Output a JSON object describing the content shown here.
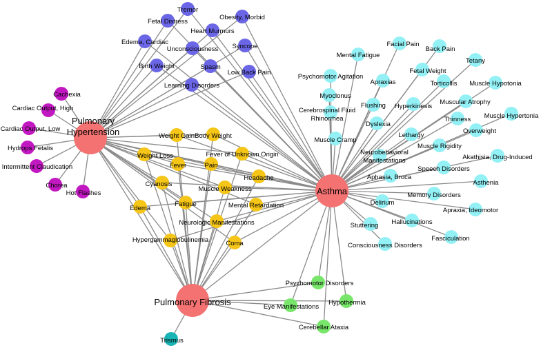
{
  "graph": {
    "colors": {
      "hub": "#f47272",
      "blue": "#6b66e6",
      "purple": "#c218c2",
      "yellow": "#f5c518",
      "cyan": "#93f0f5",
      "green": "#78e66a",
      "teal": "#19b5b5",
      "edge": "#8a8a8a"
    },
    "hubs": [
      {
        "id": "PH",
        "label": [
          "Pulmonary",
          "Hypertension"
        ]
      },
      {
        "id": "AS",
        "label": [
          "Asthma"
        ]
      },
      {
        "id": "PF",
        "label": [
          "Pulmonary Fibrosis"
        ]
      }
    ],
    "nodes": [
      {
        "label": "Tremor",
        "group": "blue"
      },
      {
        "label": "Obesity, Morbid",
        "group": "blue"
      },
      {
        "label": "Fetal Distress",
        "group": "blue"
      },
      {
        "label": "Heart Murmurs",
        "group": "blue"
      },
      {
        "label": "Edema, Cardiac",
        "group": "blue"
      },
      {
        "label": "Unconsciousness",
        "group": "blue"
      },
      {
        "label": "Syncope",
        "group": "blue"
      },
      {
        "label": "Birth Weight",
        "group": "blue"
      },
      {
        "label": "Spasm",
        "group": "blue"
      },
      {
        "label": "Low Back Pain",
        "group": "blue"
      },
      {
        "label": "Learning Disorders",
        "group": "blue"
      },
      {
        "label": "Cachexia",
        "group": "purple"
      },
      {
        "label": "Cardiac Output, High",
        "group": "purple"
      },
      {
        "label": "Cardiac Output, Low",
        "group": "purple"
      },
      {
        "label": "Hydrops Fetalis",
        "group": "purple"
      },
      {
        "label": "Intermittent Claudication",
        "group": "purple"
      },
      {
        "label": "Chorea",
        "group": "purple"
      },
      {
        "label": "Hot Flashes",
        "group": "purple"
      },
      {
        "label": "Weight Gain",
        "group": "yellow"
      },
      {
        "label": "Body Weight",
        "group": "yellow"
      },
      {
        "label": "Weight Loss",
        "group": "yellow"
      },
      {
        "label": "Fever",
        "group": "yellow"
      },
      {
        "label": "Pain",
        "group": "yellow"
      },
      {
        "label": "Fever of Unknown Origin",
        "group": "yellow"
      },
      {
        "label": "Headache",
        "group": "yellow"
      },
      {
        "label": "Cyanosis",
        "group": "yellow"
      },
      {
        "label": "Muscle Weakness",
        "group": "yellow"
      },
      {
        "label": "Edema",
        "group": "yellow"
      },
      {
        "label": "Fatigue",
        "group": "yellow"
      },
      {
        "label": "Mental Retardation",
        "group": "yellow"
      },
      {
        "label": "Neurologic Manifestations",
        "group": "yellow"
      },
      {
        "label": "Hypergammaglobulinemia",
        "group": "yellow"
      },
      {
        "label": "Coma",
        "group": "yellow"
      },
      {
        "label": "Facial Pain",
        "group": "cyan"
      },
      {
        "label": "Back Pain",
        "group": "cyan"
      },
      {
        "label": "Mental Fatigue",
        "group": "cyan"
      },
      {
        "label": "Tetany",
        "group": "cyan"
      },
      {
        "label": "Apraxias",
        "group": "cyan"
      },
      {
        "label": "Fetal Weight",
        "group": "cyan"
      },
      {
        "label": "Psychomotor Agitation",
        "group": "cyan"
      },
      {
        "label": "Torticollis",
        "group": "cyan"
      },
      {
        "label": "Muscle Hypotonia",
        "group": "cyan"
      },
      {
        "label": "Myoclonus",
        "group": "cyan"
      },
      {
        "label": "Muscular Atrophy",
        "group": "cyan"
      },
      {
        "label": "Flushing",
        "group": "cyan"
      },
      {
        "label": "Hyperkinesis",
        "group": "cyan"
      },
      {
        "label": "Cerebrospinal Fluid Rhinorrhea",
        "group": "cyan"
      },
      {
        "label": "Thinness",
        "group": "cyan"
      },
      {
        "label": "Muscle Hypertonia",
        "group": "cyan"
      },
      {
        "label": "Dyslexia",
        "group": "cyan"
      },
      {
        "label": "Overweight",
        "group": "cyan"
      },
      {
        "label": "Lethargy",
        "group": "cyan"
      },
      {
        "label": "Muscle Cramp",
        "group": "cyan"
      },
      {
        "label": "Muscle Rigidity",
        "group": "cyan"
      },
      {
        "label": "Neurobehavioral Manifestations",
        "group": "cyan"
      },
      {
        "label": "Akathisia, Drug-Induced",
        "group": "cyan"
      },
      {
        "label": "Speech Disorders",
        "group": "cyan"
      },
      {
        "label": "Aphasia, Broca",
        "group": "cyan"
      },
      {
        "label": "Asthenia",
        "group": "cyan"
      },
      {
        "label": "Memory Disorders",
        "group": "cyan"
      },
      {
        "label": "Delirium",
        "group": "cyan"
      },
      {
        "label": "Apraxia, Ideomotor",
        "group": "cyan"
      },
      {
        "label": "Hallucinations",
        "group": "cyan"
      },
      {
        "label": "Stuttering",
        "group": "cyan"
      },
      {
        "label": "Fasciculation",
        "group": "cyan"
      },
      {
        "label": "Consciousness Disorders",
        "group": "cyan"
      },
      {
        "label": "Psychomotor Disorders",
        "group": "green"
      },
      {
        "label": "Hypothermia",
        "group": "green"
      },
      {
        "label": "Eye Manifestations",
        "group": "green"
      },
      {
        "label": "Cerebellar Ataxia",
        "group": "green"
      },
      {
        "label": "Trismus",
        "group": "teal"
      }
    ]
  }
}
